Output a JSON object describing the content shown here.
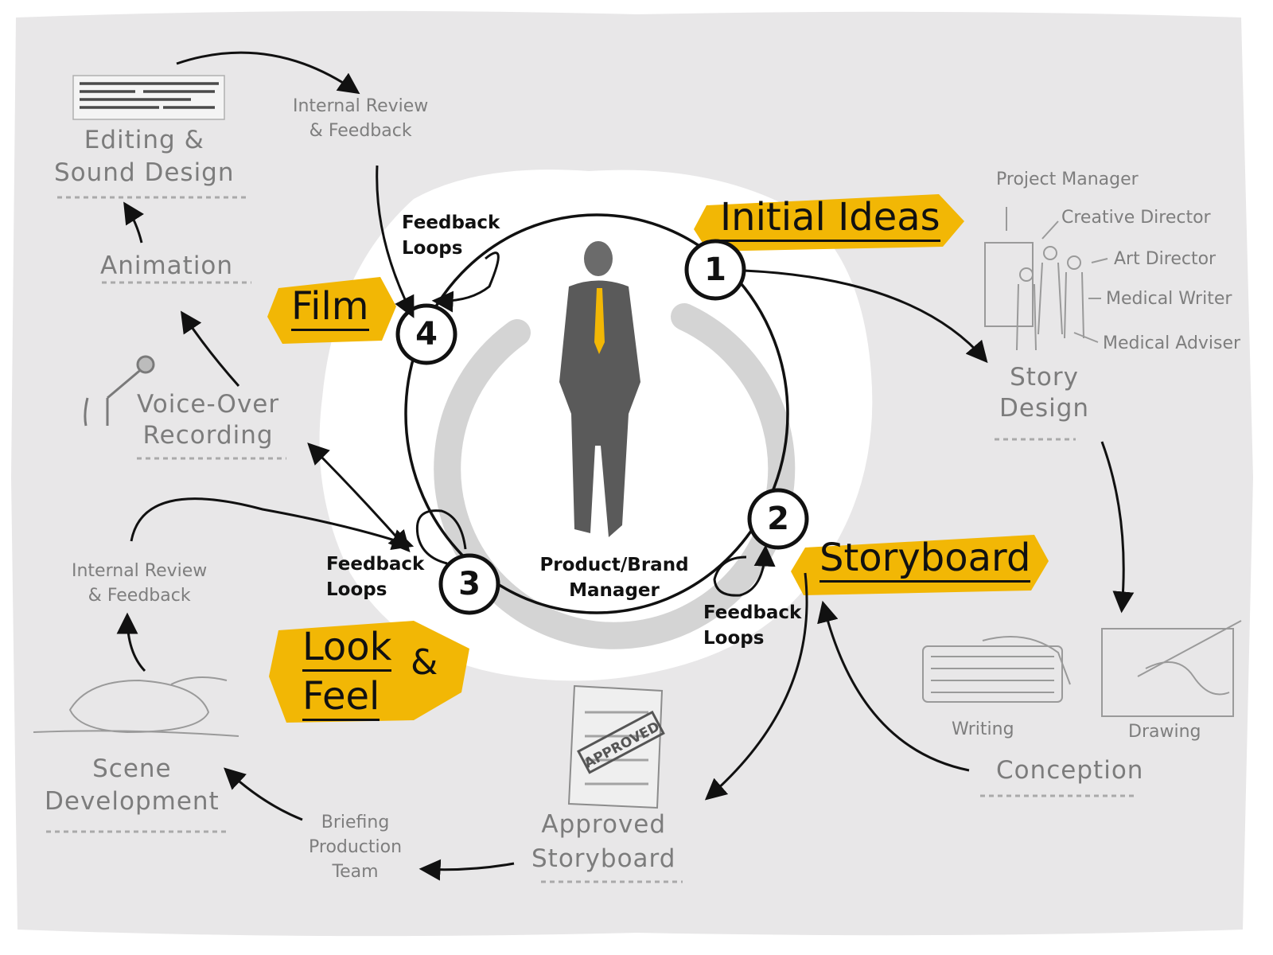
{
  "center": {
    "label_line1": "Product/Brand",
    "label_line2": "Manager"
  },
  "stages": [
    {
      "number": "1",
      "title": "Initial Ideas"
    },
    {
      "number": "2",
      "title": "Storyboard"
    },
    {
      "number": "3",
      "title_line1": "Look",
      "title_amp": "&",
      "title_line2": "Feel"
    },
    {
      "number": "4",
      "title": "Film"
    }
  ],
  "feedback": {
    "film_line1": "Feedback",
    "film_line2": "Loops",
    "look_line1": "Feedback",
    "look_line2": "Loops",
    "story_line1": "Feedback",
    "story_line2": "Loops"
  },
  "steps": {
    "story_design_line1": "Story",
    "story_design_line2": "Design",
    "conception": "Conception",
    "writing": "Writing",
    "drawing": "Drawing",
    "approved_line1": "Approved",
    "approved_line2": "Storyboard",
    "briefing_line1": "Briefing",
    "briefing_line2": "Production",
    "briefing_line3": "Team",
    "scene_line1": "Scene",
    "scene_line2": "Development",
    "review_low_line1": "Internal Review",
    "review_low_line2": "& Feedback",
    "voice_line1": "Voice-Over",
    "voice_line2": "Recording",
    "animation": "Animation",
    "editing_line1": "Editing &",
    "editing_line2": "Sound Design",
    "review_top_line1": "Internal Review",
    "review_top_line2": "& Feedback"
  },
  "team": [
    "Project Manager",
    "Creative Director",
    "Art Director",
    "Medical Writer",
    "Medical Adviser"
  ],
  "stamp": "APPROVED",
  "colors": {
    "accent": "#f2b705",
    "background": "#e9e8e8",
    "ink": "#111111",
    "grey_text": "#7a7a7a"
  }
}
